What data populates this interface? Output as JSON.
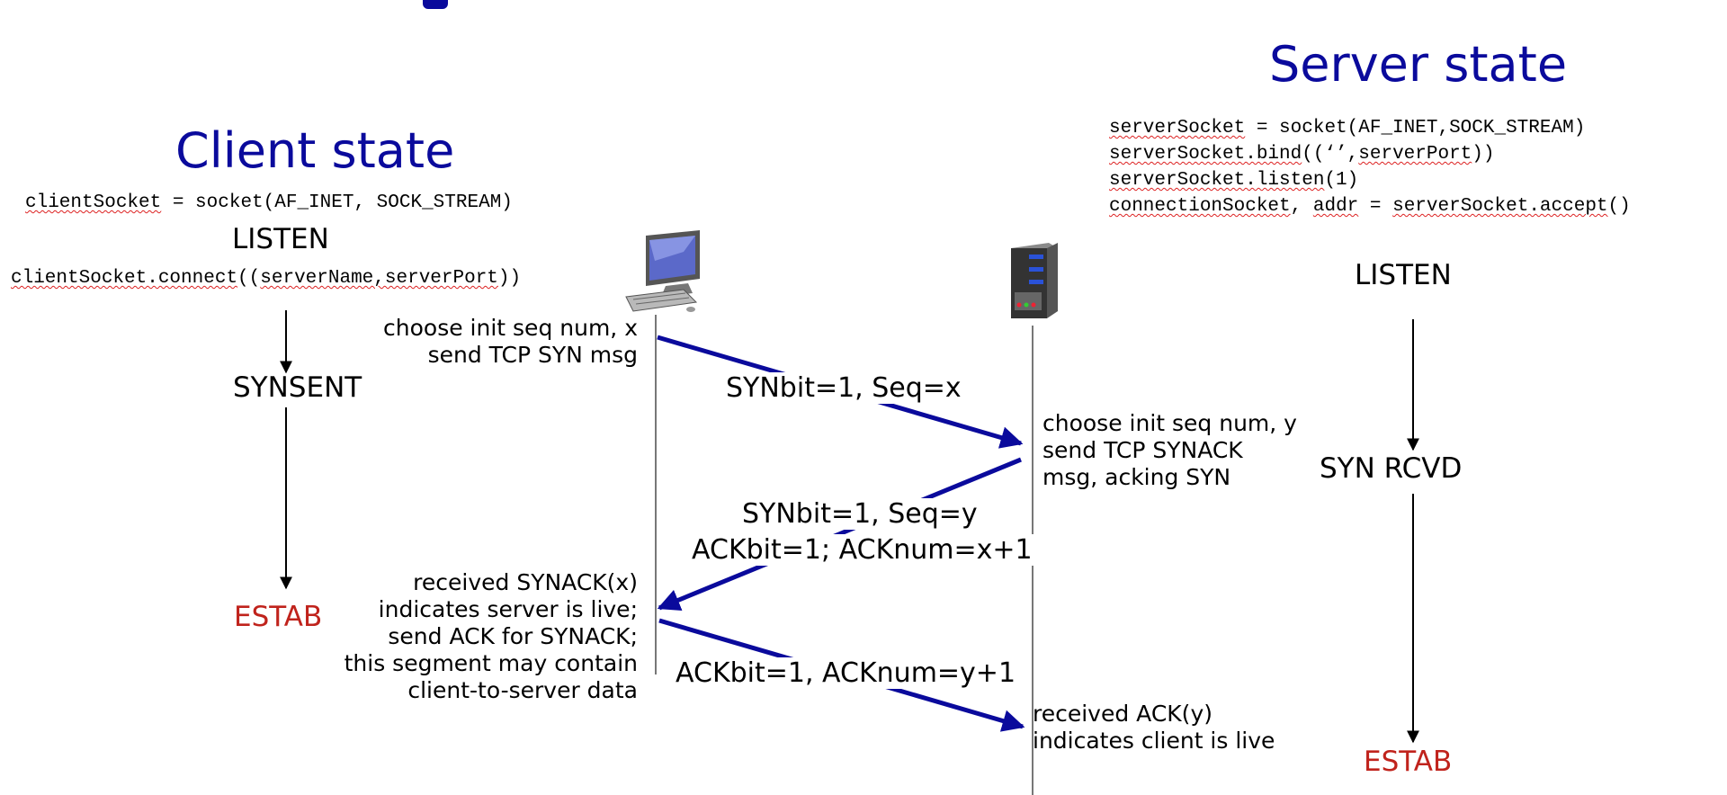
{
  "colors": {
    "heading": "#0a0a9c",
    "arrow": "#0a0a9c",
    "estab": "#c0231c",
    "squiggle": "#d22"
  },
  "client": {
    "heading": "Client state",
    "socket_code": [
      {
        "text": "clientSocket",
        "squiggle": true
      },
      {
        "text": " = socket(AF_INET, SOCK_STREAM)",
        "squiggle": false
      }
    ],
    "connect_code": [
      {
        "text": "clientSocket.connect",
        "squiggle": true
      },
      {
        "text": "((",
        "squiggle": false
      },
      {
        "text": "serverName,serverPort",
        "squiggle": true
      },
      {
        "text": "))",
        "squiggle": false
      }
    ],
    "states": {
      "listen": "LISTEN",
      "synsent": "SYNSENT",
      "estab": "ESTAB"
    },
    "note_syn": [
      "choose init seq num, x",
      "send TCP SYN msg"
    ],
    "note_ack": [
      "received SYNACK(x)",
      "indicates server is live;",
      "send ACK for SYNACK;",
      "this segment may contain",
      "client-to-server data"
    ],
    "icon": "desktop-computer-icon"
  },
  "server": {
    "heading": "Server state",
    "code_lines": [
      [
        {
          "text": "serverSocket",
          "squiggle": true
        },
        {
          "text": " = socket(AF_INET,SOCK_STREAM)",
          "squiggle": false
        }
      ],
      [
        {
          "text": "serverSocket.bind",
          "squiggle": true
        },
        {
          "text": "((‘’,",
          "squiggle": false
        },
        {
          "text": "serverPort",
          "squiggle": true
        },
        {
          "text": "))",
          "squiggle": false
        }
      ],
      [
        {
          "text": "serverSocket.listen",
          "squiggle": true
        },
        {
          "text": "(1)",
          "squiggle": false
        }
      ],
      [
        {
          "text": "connectionSocket",
          "squiggle": true
        },
        {
          "text": ", ",
          "squiggle": false
        },
        {
          "text": "addr",
          "squiggle": true
        },
        {
          "text": " = ",
          "squiggle": false
        },
        {
          "text": "serverSocket.accept",
          "squiggle": true
        },
        {
          "text": "()",
          "squiggle": false
        }
      ]
    ],
    "states": {
      "listen": "LISTEN",
      "synrcvd": "SYN RCVD",
      "estab": "ESTAB"
    },
    "note_synack": [
      "choose init seq num, y",
      "send TCP SYNACK",
      "msg, acking SYN"
    ],
    "note_ack": [
      "received ACK(y)",
      "indicates client is live"
    ],
    "icon": "server-tower-icon"
  },
  "messages": {
    "syn": "SYNbit=1, Seq=x",
    "synack_1": "SYNbit=1, Seq=y",
    "synack_2": "ACKbit=1; ACKnum=x+1",
    "ack": "ACKbit=1, ACKnum=y+1"
  }
}
